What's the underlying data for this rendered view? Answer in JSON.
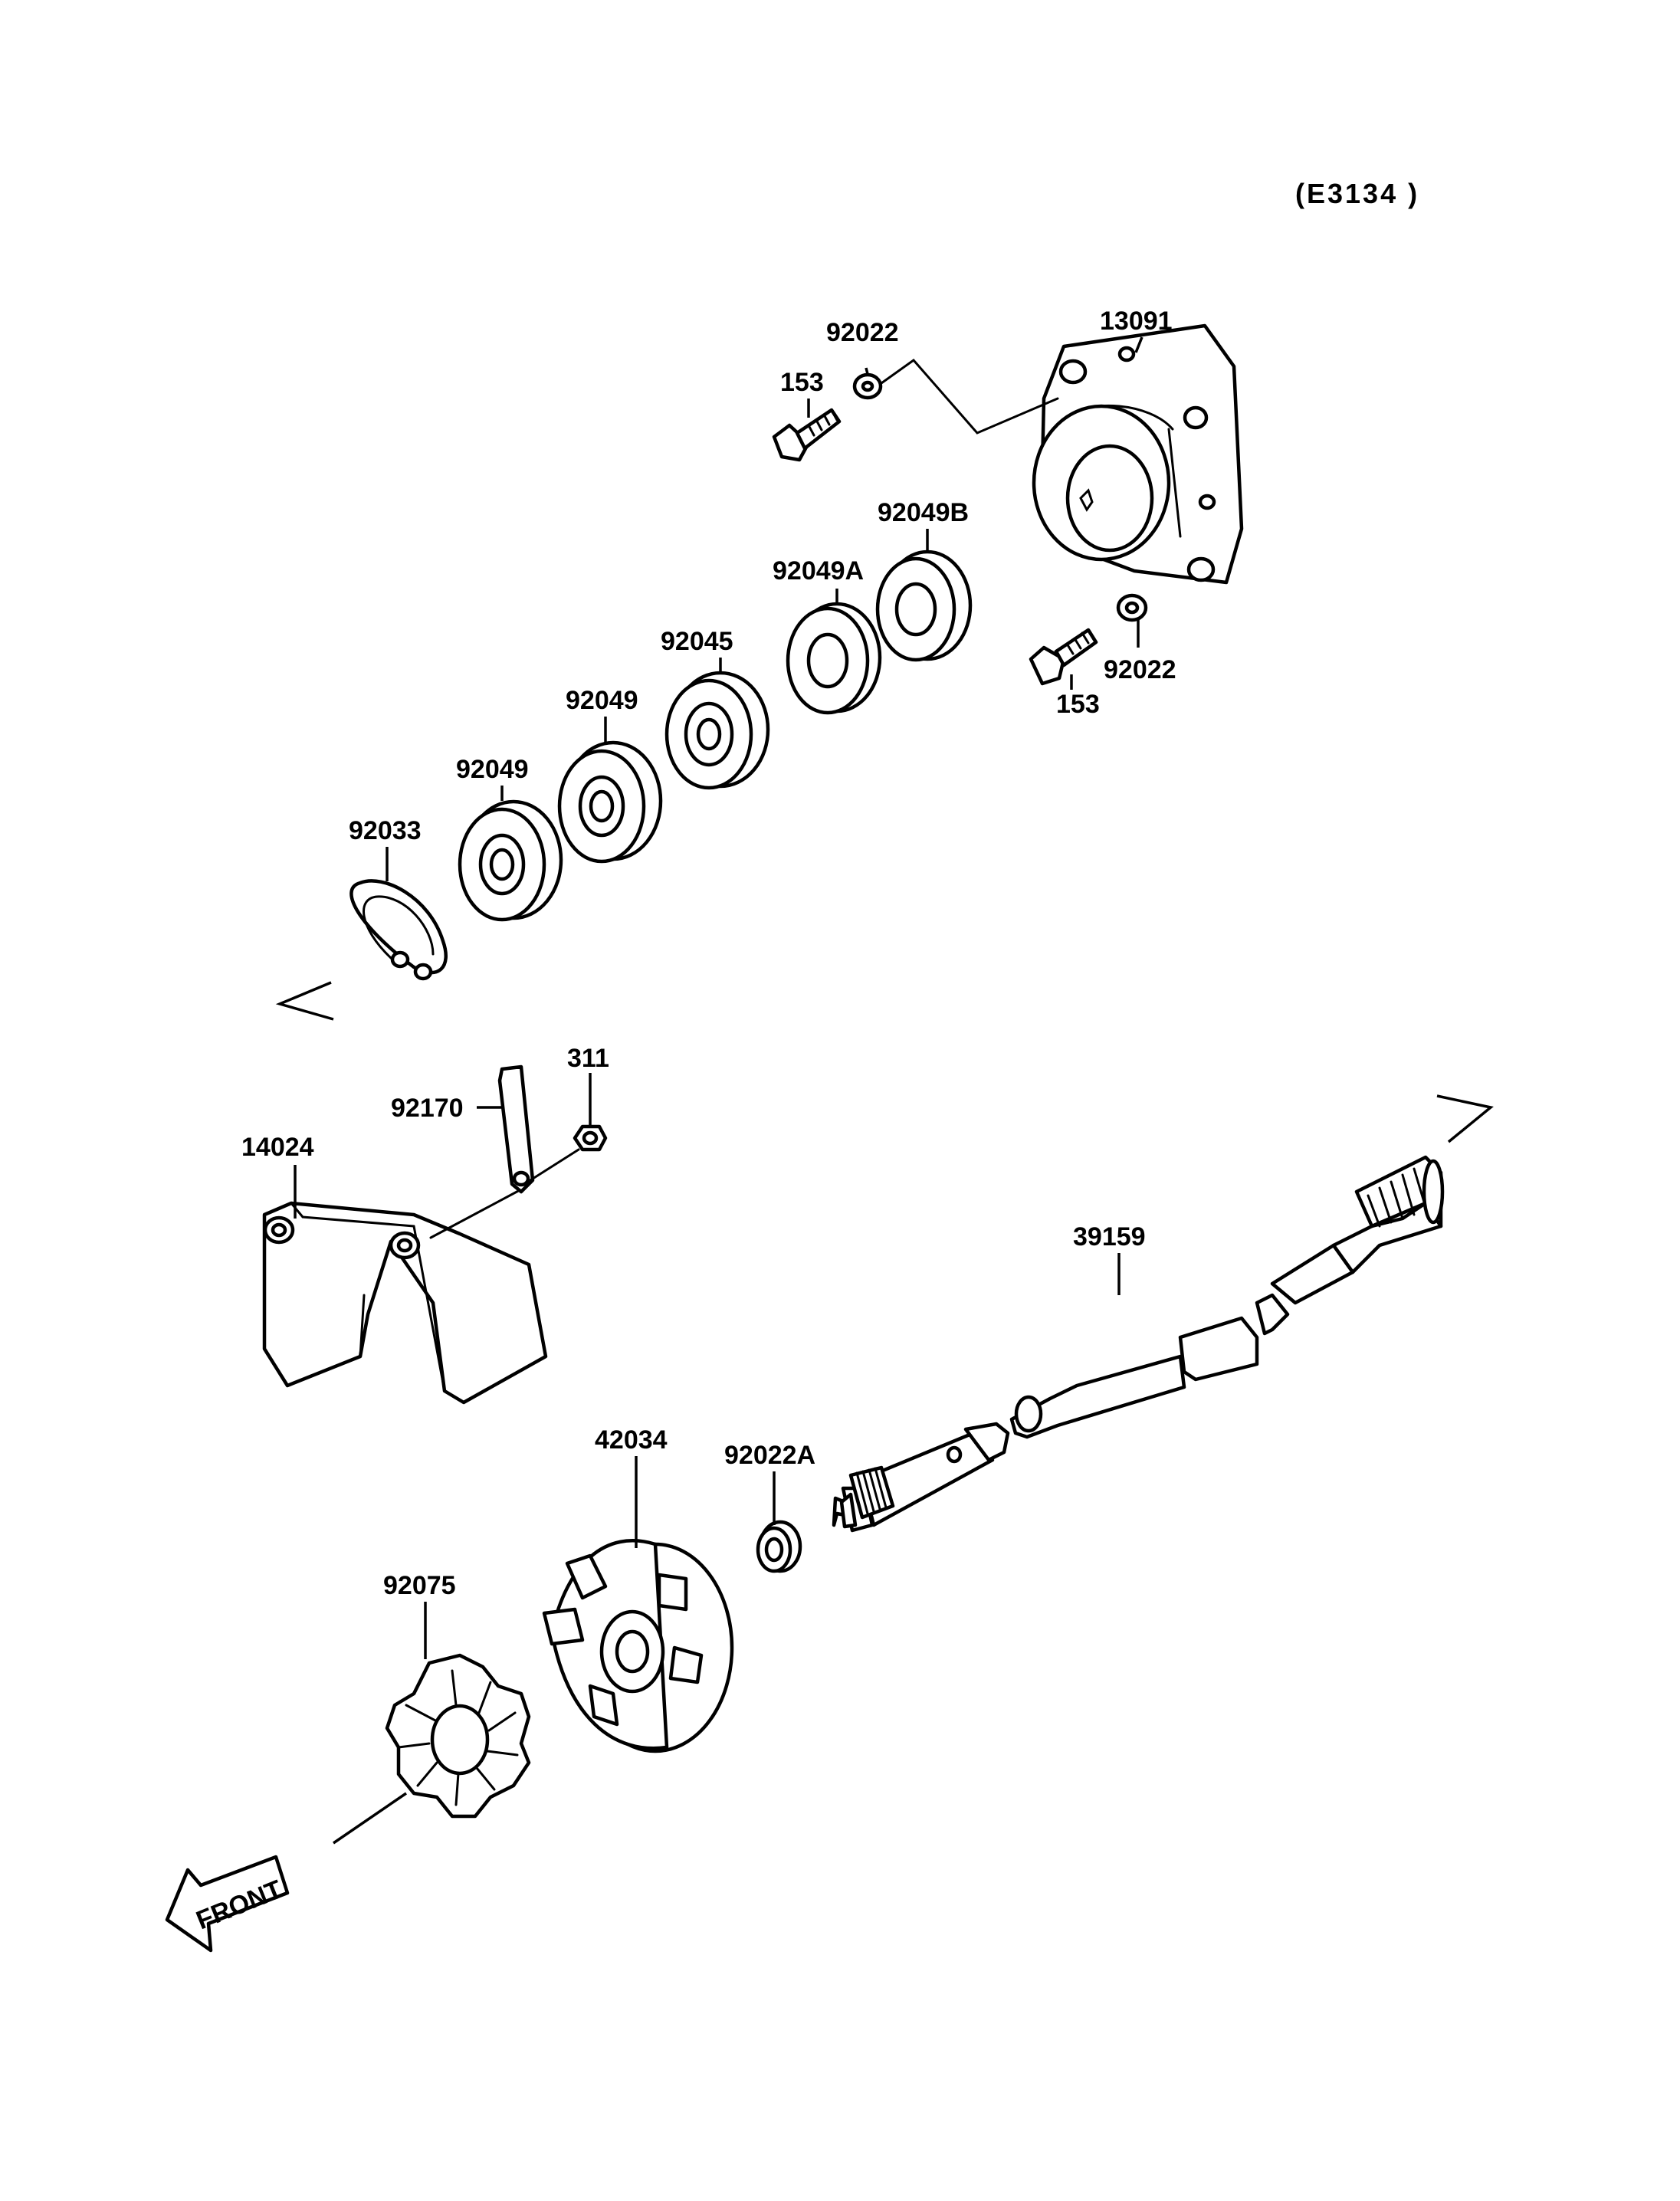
{
  "diagram_code": "(E3134 )",
  "front_marker": "FRONT",
  "labels": {
    "p13091": "13091",
    "p92022_top": "92022",
    "p153_top": "153",
    "p92049B": "92049B",
    "p92049A": "92049A",
    "p92045": "92045",
    "p92049_2": "92049",
    "p92049_1": "92049",
    "p92033": "92033",
    "p153_bottom": "153",
    "p92022_bottom": "92022",
    "p311": "311",
    "p92170": "92170",
    "p14024": "14024",
    "p39159": "39159",
    "p42034": "42034",
    "p92022A": "92022A",
    "p92075": "92075"
  }
}
